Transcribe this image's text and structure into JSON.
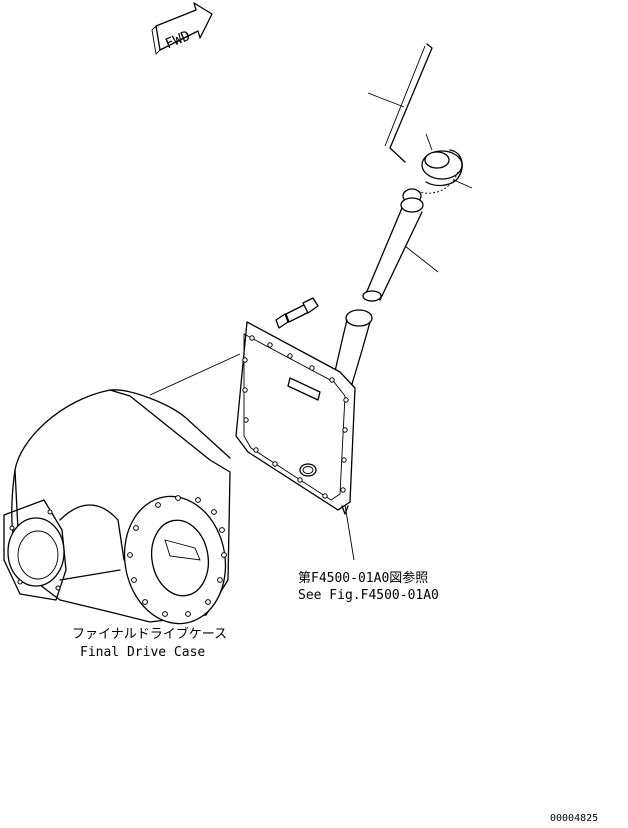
{
  "fwd_label": "FWD",
  "reference": {
    "jp": "第F4500-01A0図参照",
    "en": "See Fig.F4500-01A0"
  },
  "case_label": {
    "jp": "ファイナルドライブケース",
    "en": "Final Drive Case"
  },
  "drawing_number": "00004825",
  "colors": {
    "ink": "#000000",
    "paper": "#ffffff"
  }
}
